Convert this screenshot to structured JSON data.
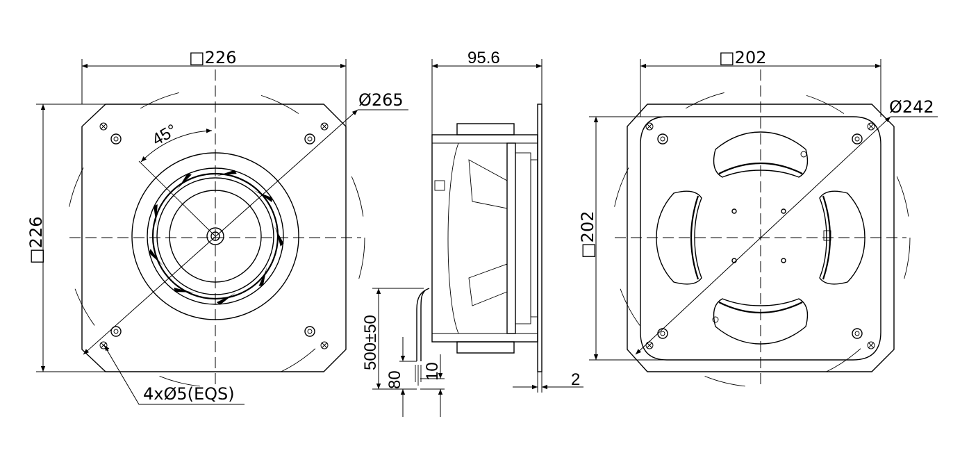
{
  "front_view": {
    "width_label": "□226",
    "height_label": "□226",
    "diameter_label": "Ø265",
    "angle_label": "45°",
    "holes_label": "4xØ5(EQS)"
  },
  "side_view": {
    "depth_label": "95.6",
    "cable_length_label": "500±50",
    "strip_label": "80",
    "wire_label": "10",
    "flange_label": "2"
  },
  "rear_view": {
    "width_label": "□202",
    "height_label": "□202",
    "diameter_label": "Ø242"
  }
}
